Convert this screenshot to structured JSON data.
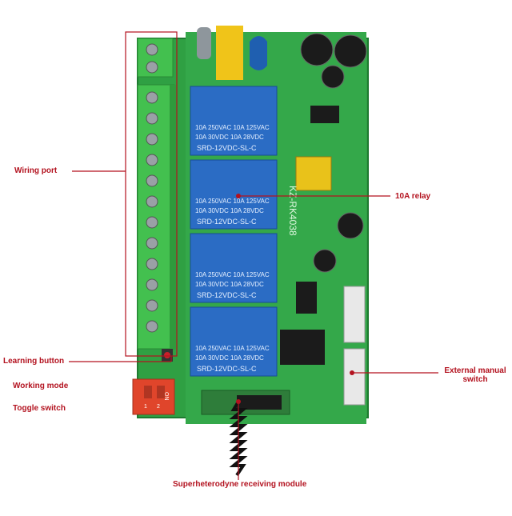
{
  "labels": {
    "wiring_port": "Wiring port",
    "relay": "10A relay",
    "learning_button": "Learning button",
    "working_mode": "Working mode",
    "toggle_switch": "Toggle switch",
    "external_switch_line1": "External manual",
    "external_switch_line2": "switch",
    "receiver_module": "Superheterodyne receiving module"
  },
  "board": {
    "model": "KZ-RK4038",
    "relays": [
      {
        "line1": "10A 250VAC  10A 125VAC",
        "line2": "10A  30VDC  10A  28VDC",
        "line3": "SRD-12VDC-SL-C"
      },
      {
        "line1": "10A 250VAC  10A 125VAC",
        "line2": "10A  30VDC  10A  28VDC",
        "line3": "SRD-12VDC-SL-C"
      },
      {
        "line1": "10A 250VAC  10A 125VAC",
        "line2": "10A  30VDC  10A  28VDC",
        "line3": "SRD-12VDC-SL-C"
      },
      {
        "line1": "10A 250VAC  10A 125VAC",
        "line2": "10A  30VDC  10A  28VDC",
        "line3": "SRD-12VDC-SL-C"
      }
    ],
    "dip_switch": {
      "on_label": "ON",
      "pos1": "1",
      "pos2": "2"
    }
  },
  "colors": {
    "callout": "#b3121f",
    "pcb": "#2fa043",
    "relay": "#2b6cc4",
    "terminal": "#3cbf4a"
  }
}
